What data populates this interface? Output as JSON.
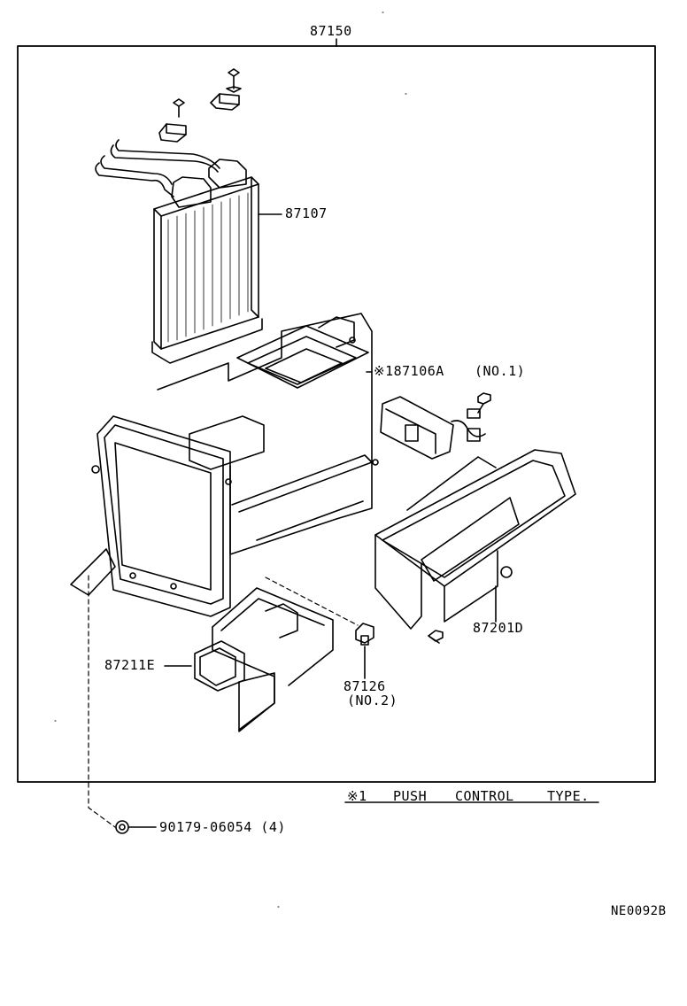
{
  "assembly": {
    "part_number": "87150"
  },
  "parts": {
    "heater_core": {
      "part_number": "87107"
    },
    "servo_motor": {
      "mark": "※1",
      "part_number": "87106A",
      "note": "(NO.1)"
    },
    "blower_housing": {
      "part_number": "87201D"
    },
    "duct": {
      "part_number": "87211E"
    },
    "clamp": {
      "part_number": "87126",
      "note": "(NO.2)"
    },
    "nut": {
      "part_number": "90179-06054",
      "quantity": "(4)"
    }
  },
  "footnote": {
    "mark": "※1",
    "words": [
      "PUSH",
      "CONTROL",
      "TYPE."
    ]
  },
  "diagram_code": "NE0092B"
}
